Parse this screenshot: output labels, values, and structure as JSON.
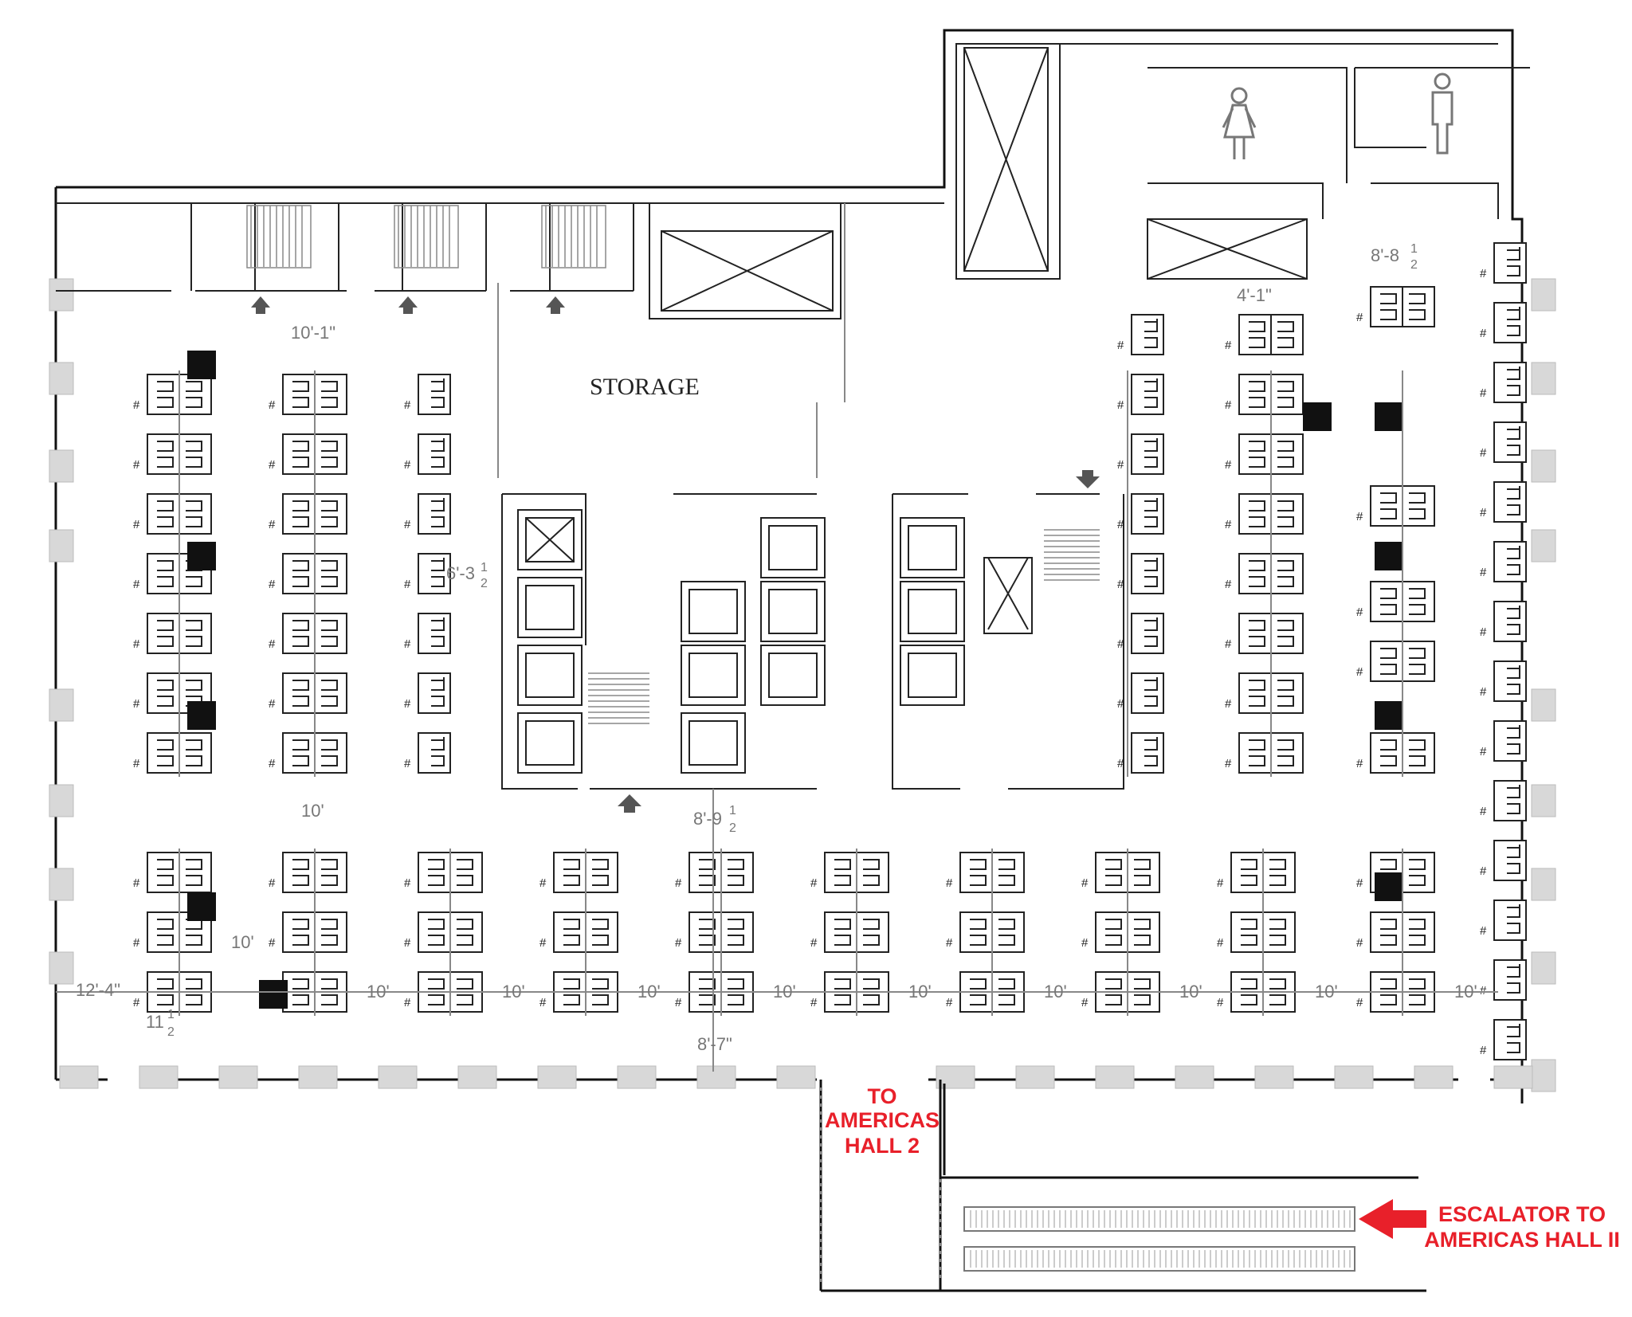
{
  "labels": {
    "storage": "STORAGE",
    "to_hall": [
      "TO",
      "AMERICAS",
      "HALL 2"
    ],
    "escalator": [
      "ESCALATOR TO",
      "AMERICAS HALL II"
    ]
  },
  "dimensions": {
    "d_top_left": "10'-1\"",
    "d_top_right": "8'-8",
    "d_right_mid": "4'-1\"",
    "d_col_gap": "6'-3",
    "d_center": "8'-9",
    "d_aisle": "10'",
    "d_bottom_left": "12'-4\"",
    "d_bottom_small": "11",
    "d_bottom_center": "8'-7\"",
    "row_gap": "10'",
    "half": "1",
    "half_den": "2"
  },
  "booth_marker": "#",
  "colors": {
    "annotation": "#e8202a",
    "wall": "#111111",
    "dimension": "#777777"
  }
}
